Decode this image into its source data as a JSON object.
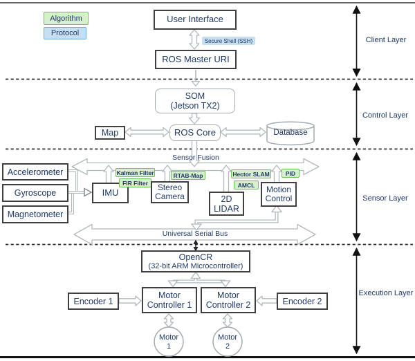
{
  "colors": {
    "text_navy": "#1f3864",
    "algorithm_fill": "#d6efcd",
    "algorithm_border": "#6fbf5a",
    "protocol_fill": "#c7dff2",
    "protocol_border": "#6fa8d8",
    "arrow_outline_gray": "#b0b8bc",
    "box_border_dark": "#3f3f3f"
  },
  "legend": {
    "algorithm": "Algorithm",
    "protocol": "Protocol"
  },
  "layer_labels": {
    "client": "Client Layer",
    "control": "Control Layer",
    "sensor": "Sensor Layer",
    "execution": "Execution Layer"
  },
  "client_layer": {
    "user_interface": "User Interface",
    "ssh_protocol": "Secure Shell (SSH)",
    "ros_master_uri": "ROS Master URI"
  },
  "control_layer": {
    "som": [
      "SOM",
      "(Jetson TX2)"
    ],
    "map": "Map",
    "ros_core": "ROS Core",
    "database": "Database"
  },
  "sensor_layer": {
    "bus_label": "Sensor Fusion",
    "accelerometer": "Accelerometer",
    "gyroscope": "Gyroscope",
    "magnetometer": "Magnetometer",
    "imu": "IMU",
    "stereo_camera": [
      "Stereo",
      "Camera"
    ],
    "lidar": [
      "2D",
      "LIDAR"
    ],
    "motion_control": [
      "Motion",
      "Control"
    ],
    "algorithms": {
      "kalman": "Kalman Filter",
      "fir": "FIR Filter",
      "rtab": "RTAB-Map",
      "hector": "Hector SLAM",
      "amcl": "AMCL",
      "pid": "PID"
    },
    "usb_label": "Universal Serial Bus"
  },
  "execution_layer": {
    "opencr": [
      "OpenCR",
      "(32-bit ARM Microcontroller)"
    ],
    "encoder1": "Encoder 1",
    "encoder2": "Encoder 2",
    "motor_controller1": [
      "Motor",
      "Controller 1"
    ],
    "motor_controller2": [
      "Motor",
      "Controller 2"
    ],
    "motor1": [
      "Motor",
      "1"
    ],
    "motor2": [
      "Motor",
      "2"
    ]
  }
}
